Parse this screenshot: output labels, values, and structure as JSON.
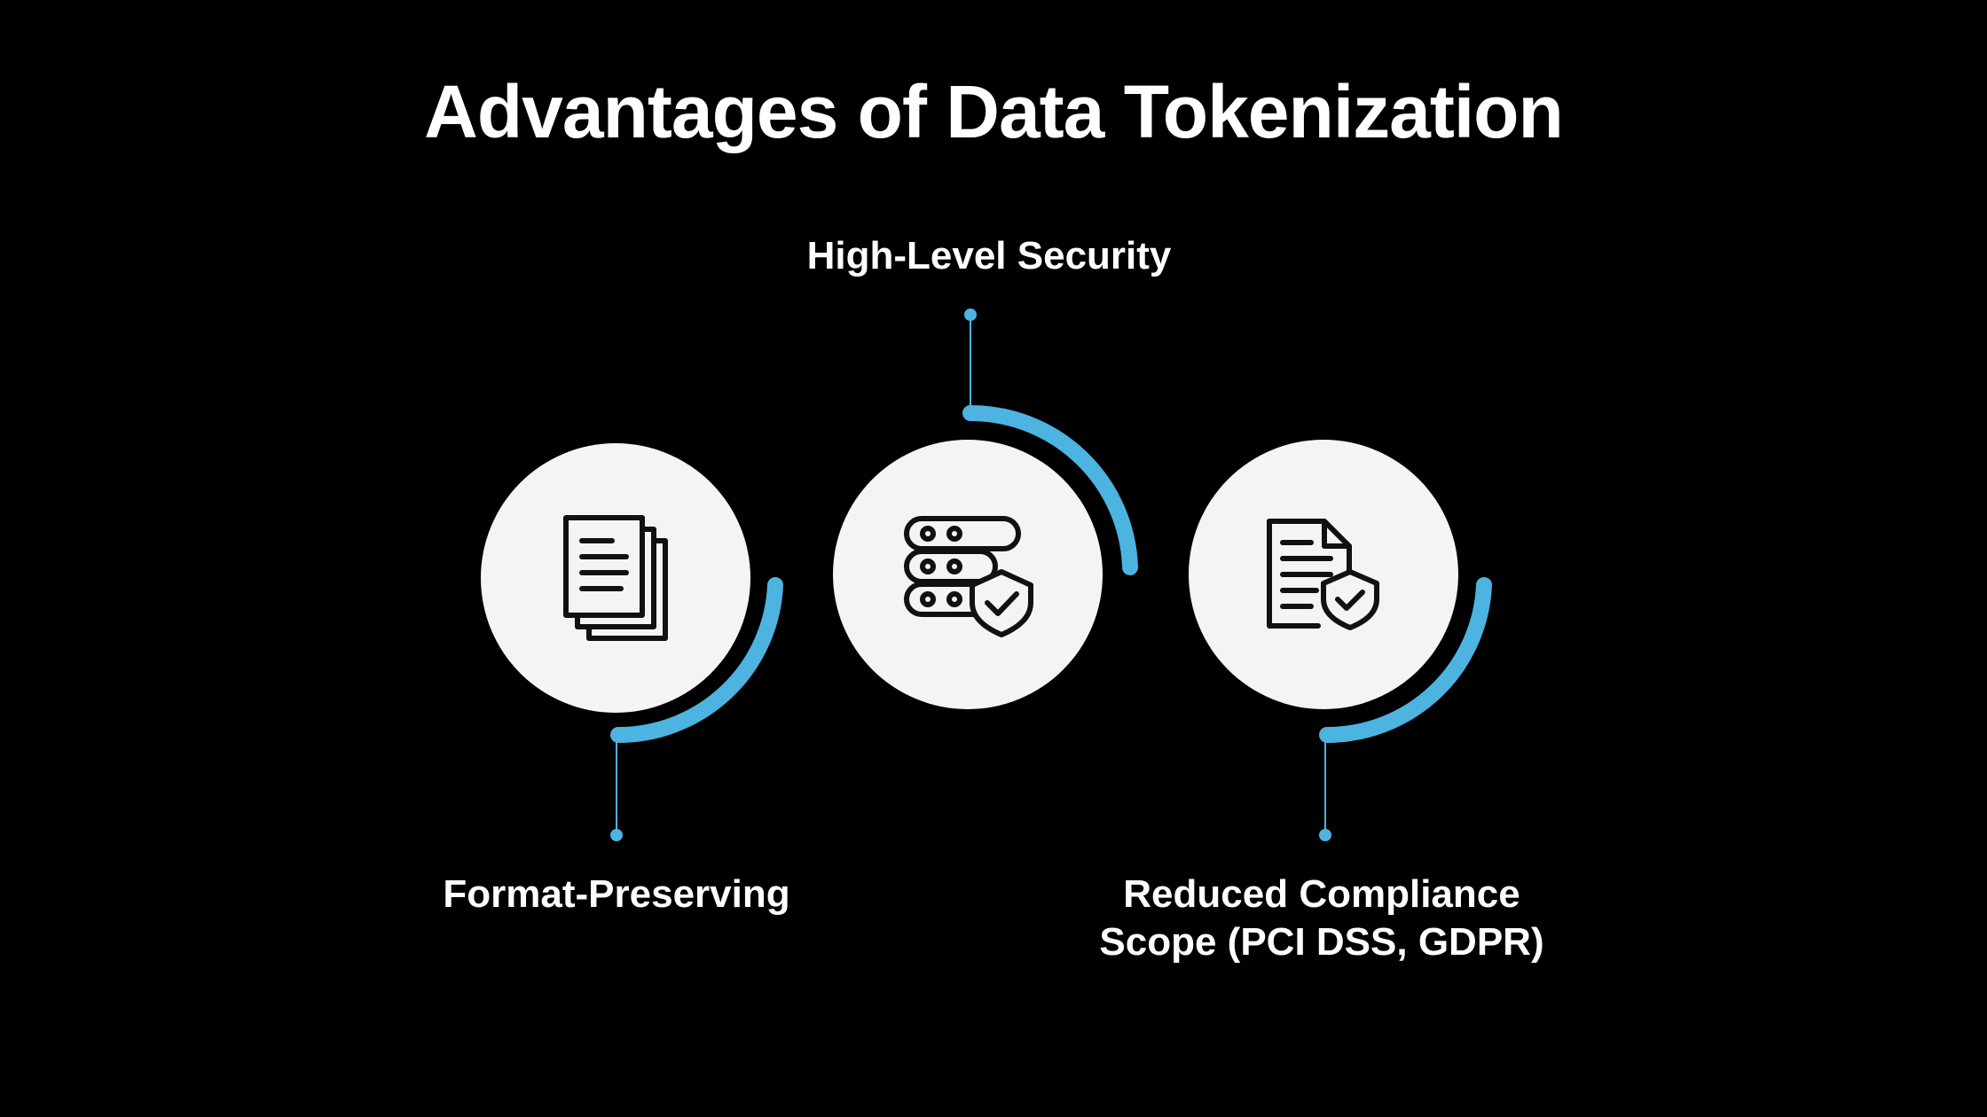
{
  "title": "Advantages of Data Tokenization",
  "accent_color": "#4db3e0",
  "circle_color": "#f4f4f4",
  "items": [
    {
      "label": "Format-Preserving",
      "icon": "documents-stack-icon"
    },
    {
      "label": "High-Level Security",
      "icon": "server-shield-icon"
    },
    {
      "label": "Reduced Compliance Scope (PCI DSS, GDPR)",
      "icon": "document-shield-icon"
    }
  ]
}
